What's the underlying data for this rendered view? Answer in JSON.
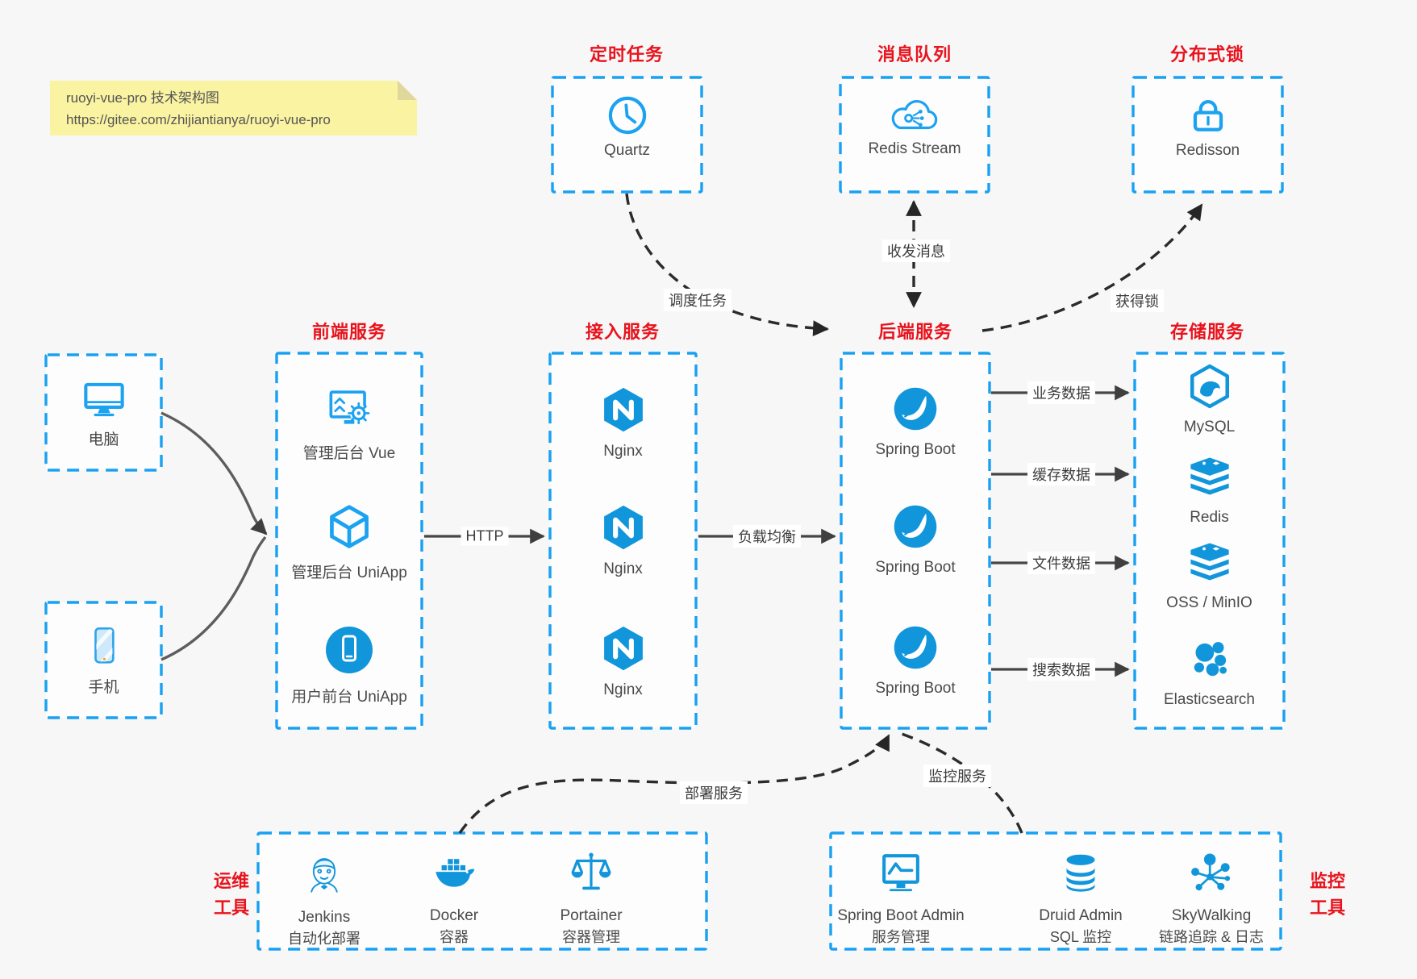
{
  "note": {
    "line1": "ruoyi-vue-pro 技术架构图",
    "line2": "https://gitee.com/zhijiantianya/ruoyi-vue-pro"
  },
  "top_groups": [
    {
      "title": "定时任务",
      "item": {
        "label": "Quartz",
        "icon": "clock-icon"
      }
    },
    {
      "title": "消息队列",
      "item": {
        "label": "Redis Stream",
        "icon": "cloud-stream-icon"
      }
    },
    {
      "title": "分布式锁",
      "item": {
        "label": "Redisson",
        "icon": "lock-icon"
      }
    }
  ],
  "clients": [
    {
      "label": "电脑",
      "icon": "computer-icon"
    },
    {
      "label": "手机",
      "icon": "phone-icon"
    }
  ],
  "service_columns": [
    {
      "title": "前端服务",
      "items": [
        {
          "label": "管理后台 Vue",
          "icon": "admin-vue-icon"
        },
        {
          "label": "管理后台 UniApp",
          "icon": "uniapp-cube-icon"
        },
        {
          "label": "用户前台 UniApp",
          "icon": "user-app-icon"
        }
      ]
    },
    {
      "title": "接入服务",
      "items": [
        {
          "label": "Nginx",
          "icon": "nginx-icon"
        },
        {
          "label": "Nginx",
          "icon": "nginx-icon"
        },
        {
          "label": "Nginx",
          "icon": "nginx-icon"
        }
      ]
    },
    {
      "title": "后端服务",
      "items": [
        {
          "label": "Spring Boot",
          "icon": "spring-boot-icon"
        },
        {
          "label": "Spring Boot",
          "icon": "spring-boot-icon"
        },
        {
          "label": "Spring Boot",
          "icon": "spring-boot-icon"
        }
      ]
    },
    {
      "title": "存储服务",
      "items": [
        {
          "label": "MySQL",
          "icon": "mysql-icon"
        },
        {
          "label": "Redis",
          "icon": "redis-icon"
        },
        {
          "label": "OSS / MinIO",
          "icon": "oss-icon"
        },
        {
          "label": "Elasticsearch",
          "icon": "elasticsearch-icon"
        }
      ]
    }
  ],
  "bottom_groups": [
    {
      "side_label_line1": "运维",
      "side_label_line2": "工具",
      "items": [
        {
          "name": "Jenkins",
          "desc": "自动化部署",
          "icon": "jenkins-icon"
        },
        {
          "name": "Docker",
          "desc": "容器",
          "icon": "docker-icon"
        },
        {
          "name": "Portainer",
          "desc": "容器管理",
          "icon": "portainer-icon"
        }
      ]
    },
    {
      "side_label_line1": "监控",
      "side_label_line2": "工具",
      "items": [
        {
          "name": "Spring Boot Admin",
          "desc": "服务管理",
          "icon": "sba-icon"
        },
        {
          "name": "Druid Admin",
          "desc": "SQL 监控",
          "icon": "druid-icon"
        },
        {
          "name": "SkyWalking",
          "desc": "链路追踪 & 日志",
          "icon": "skywalking-icon"
        }
      ]
    }
  ],
  "edge_labels": {
    "http": "HTTP",
    "load_balance": "负载均衡",
    "business_data": "业务数据",
    "cache_data": "缓存数据",
    "file_data": "文件数据",
    "search_data": "搜索数据",
    "schedule_task": "调度任务",
    "send_receive_msg": "收发消息",
    "acquire_lock": "获得锁",
    "deploy_service": "部署服务",
    "monitor_service": "监控服务"
  },
  "colors": {
    "accent_blue": "#1296db",
    "border_blue": "#18a1f2",
    "title_red": "#e8131d",
    "arrow_gray": "#464646",
    "dashed_dark": "#2b2b2b",
    "note_bg": "#faf3a2"
  }
}
